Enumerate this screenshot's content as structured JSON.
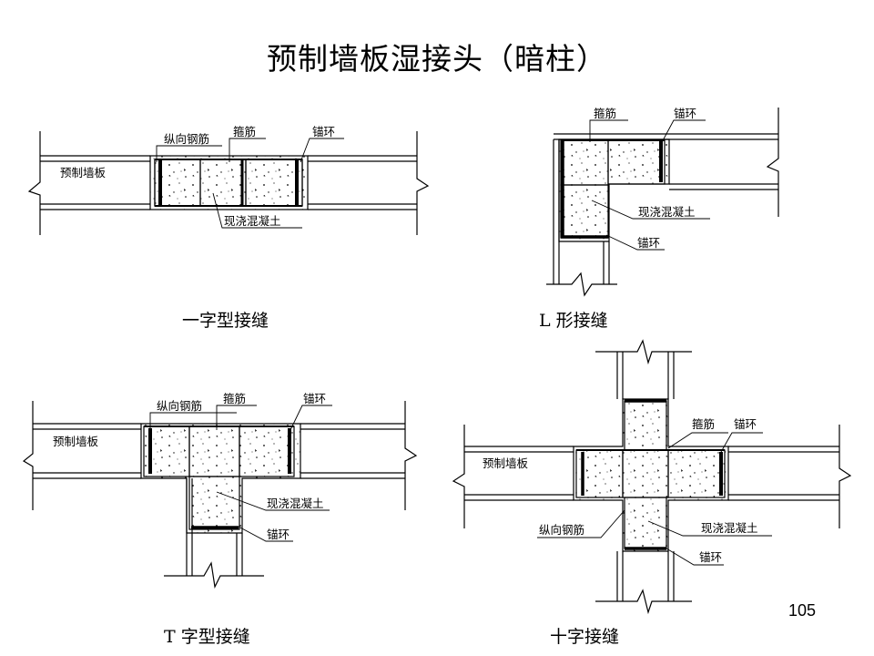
{
  "title": "预制墙板湿接头（暗柱）",
  "page_number": "105",
  "diagrams": {
    "straight": {
      "caption": "一字型接缝",
      "labels": {
        "longitudinal_rebar": "纵向钢筋",
        "stirrup": "箍筋",
        "anchor_ring": "锚环",
        "precast_wall_panel": "预制墙板",
        "cast_in_place_concrete": "现浇混凝土"
      }
    },
    "l_shape": {
      "caption": "L 形接缝",
      "labels": {
        "stirrup": "箍筋",
        "anchor_ring_top": "锚环",
        "cast_in_place_concrete": "现浇混凝土",
        "anchor_ring_bottom": "锚环"
      }
    },
    "t_shape": {
      "caption": "T 字型接缝",
      "labels": {
        "longitudinal_rebar": "纵向钢筋",
        "stirrup": "箍筋",
        "anchor_ring_top": "锚环",
        "precast_wall_panel": "预制墙板",
        "cast_in_place_concrete": "现浇混凝土",
        "anchor_ring_bottom": "锚环"
      }
    },
    "cross": {
      "caption": "十字接缝",
      "labels": {
        "stirrup": "箍筋",
        "anchor_ring_top": "锚环",
        "precast_wall_panel": "预制墙板",
        "longitudinal_rebar": "纵向钢筋",
        "cast_in_place_concrete": "现浇混凝土",
        "anchor_ring_bottom": "锚环"
      }
    }
  }
}
